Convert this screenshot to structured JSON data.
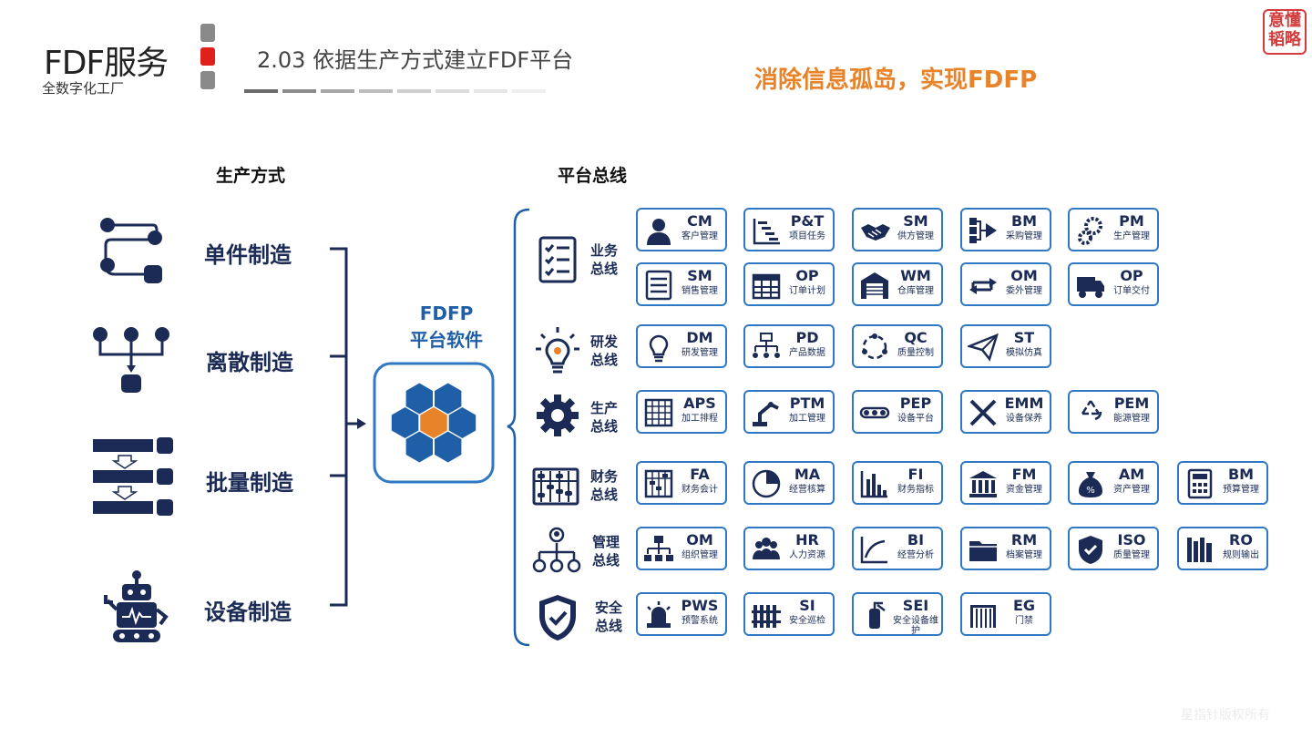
{
  "header": {
    "brand_title": "FDF服务",
    "brand_subtitle": "全数字化工厂",
    "slide_title": "2.03  依据生产方式建立FDF平台",
    "headline": "消除信息孤岛，实现FDFP",
    "seal_text": "意懂韬略"
  },
  "columns": {
    "left_head": "生产方式",
    "right_head": "平台总线"
  },
  "modes": [
    {
      "label": "单件制造",
      "icon": "sequence-flow-icon"
    },
    {
      "label": "离散制造",
      "icon": "branch-merge-icon"
    },
    {
      "label": "批量制造",
      "icon": "batch-queue-icon"
    },
    {
      "label": "设备制造",
      "icon": "robot-icon"
    }
  ],
  "platform": {
    "line1": "FDFP",
    "line2": "平台软件",
    "icon": "hexagon-cluster-icon",
    "accent": "#e8832a",
    "primary": "#1f5fa8"
  },
  "buses": [
    {
      "label": "业务总线",
      "icon": "checklist-icon",
      "rows": [
        [
          {
            "code": "CM",
            "name": "客户管理",
            "icon": "user-icon"
          },
          {
            "code": "P&T",
            "name": "项目任务",
            "icon": "gantt-icon"
          },
          {
            "code": "SM",
            "name": "供方管理",
            "icon": "handshake-icon"
          },
          {
            "code": "BM",
            "name": "采购管理",
            "icon": "flow-arrow-icon"
          },
          {
            "code": "PM",
            "name": "生产管理",
            "icon": "gears-icon"
          }
        ],
        [
          {
            "code": "SM",
            "name": "销售管理",
            "icon": "checklist-icon"
          },
          {
            "code": "OP",
            "name": "订单计划",
            "icon": "calendar-icon"
          },
          {
            "code": "WM",
            "name": "仓库管理",
            "icon": "warehouse-icon"
          },
          {
            "code": "OM",
            "name": "委外管理",
            "icon": "cycle-arrows-icon"
          },
          {
            "code": "OP",
            "name": "订单交付",
            "icon": "truck-icon"
          }
        ]
      ]
    },
    {
      "label": "研发总线",
      "icon": "lightbulb-gear-icon",
      "rows": [
        [
          {
            "code": "DM",
            "name": "研发管理",
            "icon": "lightbulb-icon"
          },
          {
            "code": "PD",
            "name": "产品数据",
            "icon": "tree-icon"
          },
          {
            "code": "QC",
            "name": "质量控制",
            "icon": "cycle-dots-icon"
          },
          {
            "code": "ST",
            "name": "模拟仿真",
            "icon": "paper-plane-icon"
          }
        ]
      ]
    },
    {
      "label": "生产总线",
      "icon": "gear-icon",
      "rows": [
        [
          {
            "code": "APS",
            "name": "加工排程",
            "icon": "grid-table-icon"
          },
          {
            "code": "PTM",
            "name": "加工管理",
            "icon": "robot-arm-icon"
          },
          {
            "code": "PEP",
            "name": "设备平台",
            "icon": "conveyor-icon"
          },
          {
            "code": "EMM",
            "name": "设备保养",
            "icon": "tools-icon"
          },
          {
            "code": "PEM",
            "name": "能源管理",
            "icon": "recycle-icon"
          }
        ]
      ]
    },
    {
      "label": "财务总线",
      "icon": "abacus-icon",
      "rows": [
        [
          {
            "code": "FA",
            "name": "财务会计",
            "icon": "abacus-icon"
          },
          {
            "code": "MA",
            "name": "经营核算",
            "icon": "pie-icon"
          },
          {
            "code": "FI",
            "name": "财务指标",
            "icon": "bar-chart-icon"
          },
          {
            "code": "FM",
            "name": "资金管理",
            "icon": "bank-icon"
          },
          {
            "code": "AM",
            "name": "资产管理",
            "icon": "money-bag-icon"
          },
          {
            "code": "BM",
            "name": "预算管理",
            "icon": "calculator-icon"
          }
        ]
      ]
    },
    {
      "label": "管理总线",
      "icon": "org-people-icon",
      "rows": [
        [
          {
            "code": "OM",
            "name": "组织管理",
            "icon": "org-chart-icon"
          },
          {
            "code": "HR",
            "name": "人力资源",
            "icon": "people-icon"
          },
          {
            "code": "BI",
            "name": "经营分析",
            "icon": "line-chart-icon"
          },
          {
            "code": "RM",
            "name": "档案管理",
            "icon": "folder-icon"
          },
          {
            "code": "ISO",
            "name": "质量管理",
            "icon": "shield-check-icon"
          },
          {
            "code": "RO",
            "name": "规则输出",
            "icon": "books-icon"
          }
        ]
      ]
    },
    {
      "label": "安全总线",
      "icon": "shield-check-icon",
      "rows": [
        [
          {
            "code": "PWS",
            "name": "预警系统",
            "icon": "alarm-icon"
          },
          {
            "code": "SI",
            "name": "安全巡检",
            "icon": "fence-icon"
          },
          {
            "code": "SEI",
            "name": "安全设备维护",
            "icon": "extinguisher-icon"
          },
          {
            "code": "EG",
            "name": "门禁",
            "icon": "gate-icon"
          }
        ]
      ]
    }
  ],
  "footer": "星指针版权所有",
  "colors": {
    "navy": "#1b2b55",
    "blue": "#2f78c4",
    "orange": "#e8832a",
    "red": "#e0201b"
  }
}
